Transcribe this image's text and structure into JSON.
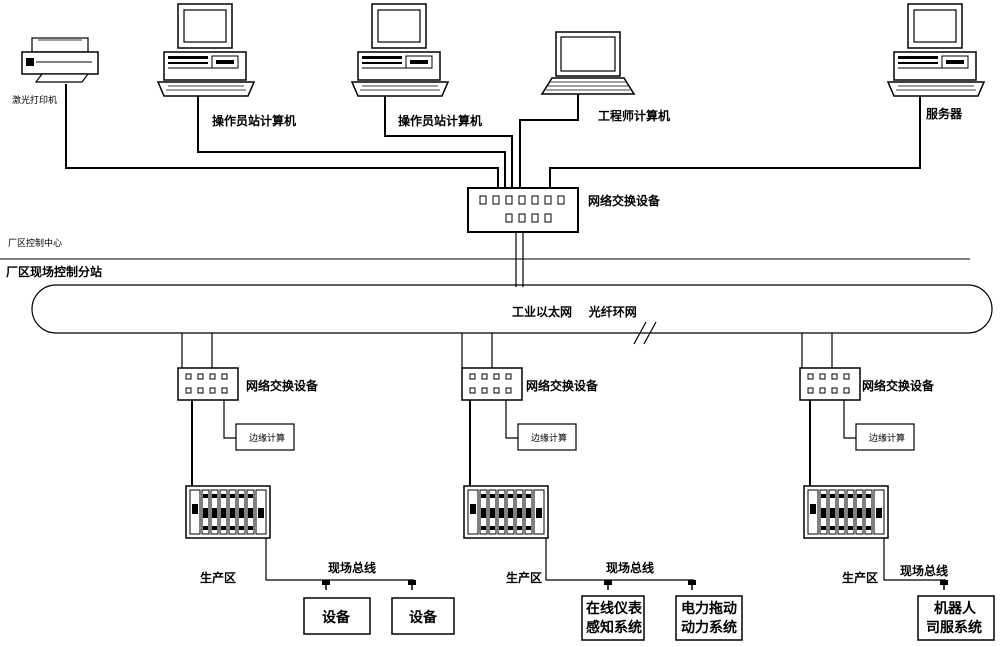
{
  "control_center": {
    "printer_label": "激光打印机",
    "operator1_label": "操作员站计算机",
    "operator2_label": "操作员站计算机",
    "engineer_label": "工程师计算机",
    "server_label": "服务器",
    "switch_label": "网络交换设备",
    "zone_label": "厂区控制中心"
  },
  "field_station": {
    "zone_label": "厂区现场控制分站",
    "ring_label": "工业以太网    光纤环网"
  },
  "branches": [
    {
      "switch_label": "网络交换设备",
      "edge_label": "边缘计算",
      "production_label": "生产区",
      "fieldbus_label": "现场总线",
      "devices": [
        {
          "line1": "设备",
          "line2": ""
        },
        {
          "line1": "设备",
          "line2": ""
        }
      ]
    },
    {
      "switch_label": "网络交换设备",
      "edge_label": "边缘计算",
      "production_label": "生产区",
      "fieldbus_label": "现场总线",
      "devices": [
        {
          "line1": "在线仪表",
          "line2": "感知系统"
        },
        {
          "line1": "电力拖动",
          "line2": "动力系统"
        }
      ]
    },
    {
      "switch_label": "网络交换设备",
      "edge_label": "边缘计算",
      "production_label": "生产区",
      "fieldbus_label": "现场总线",
      "devices": [
        {
          "line1": "机器人",
          "line2": "司服系统"
        }
      ]
    }
  ]
}
